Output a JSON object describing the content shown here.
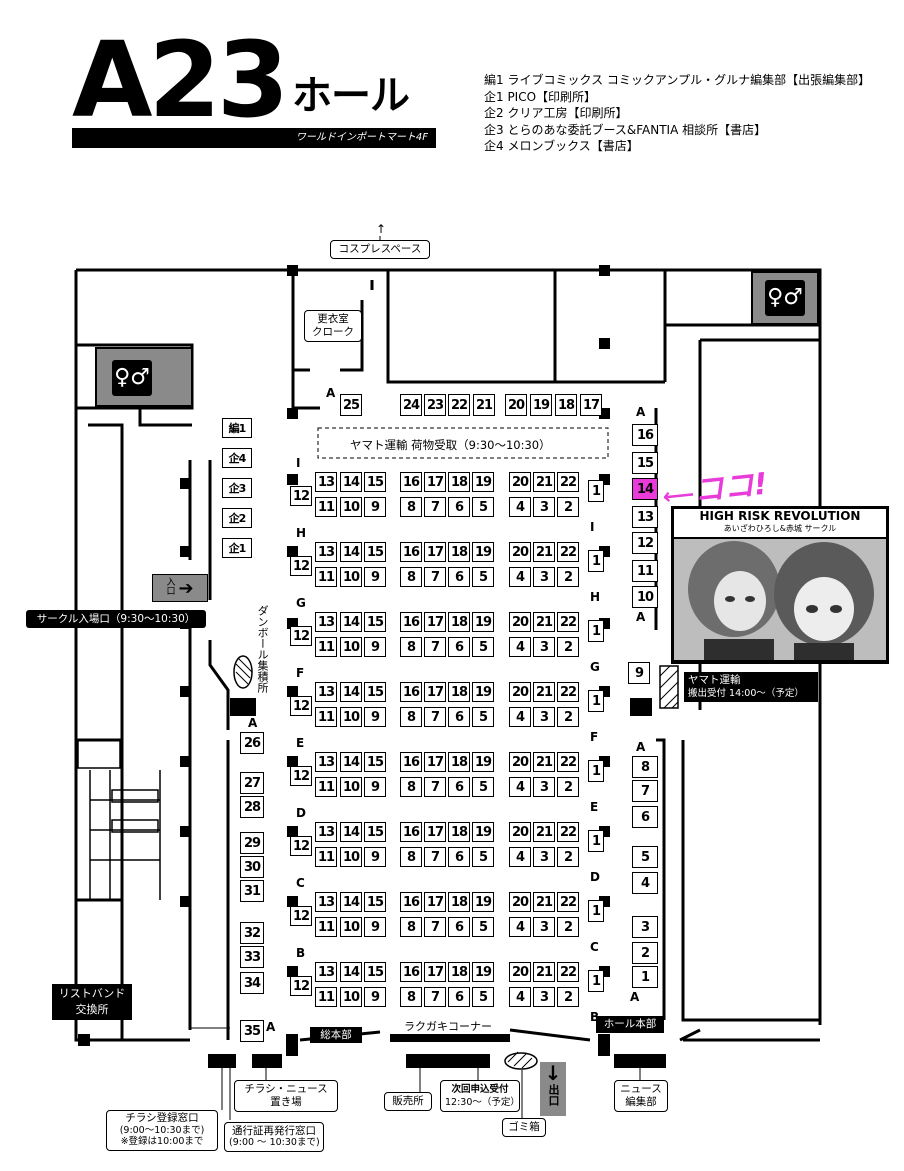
{
  "header": {
    "hall_number": "A23",
    "hall_suffix": "ホール",
    "building": "ワールドインポートマート4F"
  },
  "legend": [
    "編1 ライブコミックス コミックアンプル・グルナ編集部【出張編集部】",
    "企1 PICO【印刷所】",
    "企2 クリア工房【印刷所】",
    "企3 とらのあな委託ブース&FANTIA 相談所【書店】",
    "企4 メロンブックス【書店】"
  ],
  "labels": {
    "cosplay": "コスプレスペース",
    "changing_1": "更衣室",
    "changing_2": "クローク",
    "yamato_receive": "ヤマト運輸 荷物受取（9:30〜10:30）",
    "circle_entrance": "サークル入場口（9:30〜10:30）",
    "entrance": "入口",
    "cardboard": "ダンボール集積所",
    "wristband_1": "リストバンド",
    "wristband_2": "交換所",
    "rakugaki": "ラクガキコーナー",
    "hq": "総本部",
    "hall_hq": "ホール本部",
    "flyer_news_1": "チラシ・ニュース",
    "flyer_news_2": "置き場",
    "sales": "販売所",
    "next_app_1": "次回申込受付",
    "next_app_2": "12:30〜（予定）",
    "exit": "出口",
    "trash": "ゴミ箱",
    "news_1": "ニュース",
    "news_2": "編集部",
    "flyer_reg_1": "チラシ登録窓口",
    "flyer_reg_2": "(9:00〜10:30まで)",
    "flyer_reg_3": "※登録は10:00まで",
    "pass_reissue_1": "通行証再発行窓口",
    "pass_reissue_2": "(9:00 〜 10:30まで)",
    "yamato_ship_1": "ヤマト運輸",
    "yamato_ship_2": "搬出受付 14:00〜（予定）",
    "annotation": "ココ!",
    "circle_title": "HIGH RISK REVOLUTION",
    "circle_sub": "あいざわひろし&赤城 サークル"
  },
  "special_booths": [
    "編1",
    "企4",
    "企3",
    "企2",
    "企1"
  ],
  "rows": [
    "I",
    "H",
    "G",
    "F",
    "E",
    "D",
    "C",
    "B"
  ],
  "row_top_numbers": [
    "13",
    "14",
    "15",
    "16",
    "17",
    "18",
    "19",
    "20",
    "21",
    "22"
  ],
  "row_bottom_numbers": [
    "11",
    "10",
    "9",
    "8",
    "7",
    "6",
    "5",
    "4",
    "3",
    "2"
  ],
  "row_end_left": "12",
  "row_end_right": "1",
  "top_row_numbers": [
    "25",
    "24",
    "23",
    "22",
    "21",
    "20",
    "19",
    "18",
    "17"
  ],
  "right_wall_upper": [
    "16",
    "15",
    "14",
    "13",
    "12",
    "11",
    "10"
  ],
  "right_wall_mid": [
    "9"
  ],
  "right_wall_lower": [
    "8",
    "7",
    "6",
    "5",
    "4",
    "3",
    "2",
    "1"
  ],
  "left_wall": [
    "26",
    "27",
    "28",
    "29",
    "30",
    "31",
    "32",
    "33",
    "34",
    "35"
  ],
  "highlight_booth": "14",
  "colors": {
    "highlight": "#e83bd9",
    "restroom_bg": "#8a8a8a"
  },
  "icons": [
    "restroom-icon",
    "arrow-right-icon",
    "arrow-down-icon",
    "arrow-up-icon"
  ]
}
